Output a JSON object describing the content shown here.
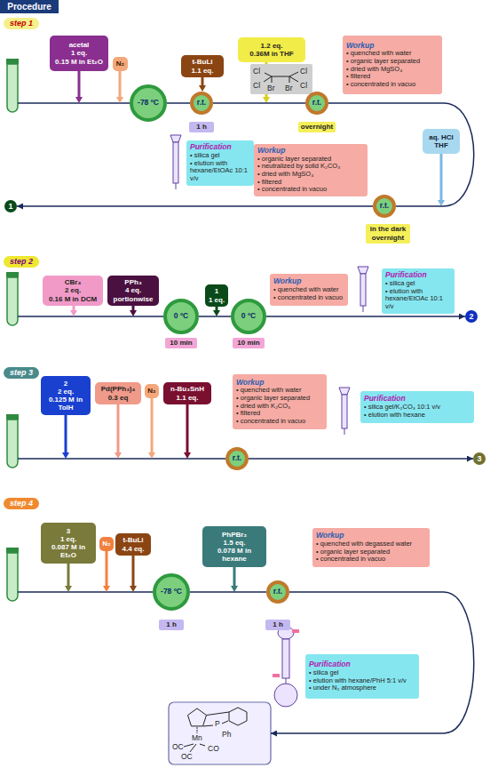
{
  "diagram": {
    "title": "Procedure",
    "nodes": [
      {
        "text": [
          "step 1"
        ]
      },
      {
        "text": [
          "acetal",
          "1 eq.",
          "0.15 M in Et₂O"
        ]
      },
      {
        "text": [
          "N₂"
        ]
      },
      {
        "text": [
          "-78 ºC"
        ]
      },
      {
        "text": [
          "t-BuLi",
          "1.1 eq."
        ]
      },
      {
        "text": [
          "r.t."
        ]
      },
      {
        "text": [
          "1 h"
        ]
      },
      {
        "text": [
          "1.2 eq.",
          "0.36M in THF"
        ]
      },
      {
        "text": [
          "Cl",
          "Br",
          "Cl",
          "Cl",
          "Br",
          "Cl"
        ]
      },
      {
        "text": [
          "r.t."
        ]
      },
      {
        "text": [
          "overnight"
        ]
      },
      {
        "text": [
          "Workup",
          "• quenched with water",
          "• organic layer separated",
          "• dried with MgSO₄",
          "• filtered",
          "• concentrated in vacuo"
        ]
      },
      {
        "text": [
          "aq. HCl",
          "THF"
        ]
      },
      {
        "text": [
          "Workup",
          "• organic layer separated",
          "• neutralized by solid K₂CO₃",
          "• dried with MgSO₄",
          "• filtered",
          "• concentrated in vacuo"
        ]
      },
      {
        "text": [
          "r.t."
        ]
      },
      {
        "text": [
          "in the dark overnight"
        ]
      },
      {
        "text": [
          "Purification",
          "• silica gel",
          "• elution with hexane/EtOAc 10:1 v/v"
        ]
      },
      {
        "text": [
          "1"
        ]
      },
      {
        "text": [
          "step 2"
        ]
      },
      {
        "text": [
          "CBr₄",
          "2 eq.",
          "0.16 M in DCM"
        ]
      },
      {
        "text": [
          "PPh₃",
          "4 eq.",
          "portionwise"
        ]
      },
      {
        "text": [
          "0 ºC"
        ]
      },
      {
        "text": [
          "10 min"
        ]
      },
      {
        "text": [
          "1",
          "1 eq."
        ]
      },
      {
        "text": [
          "0 ºC"
        ]
      },
      {
        "text": [
          "10 min"
        ]
      },
      {
        "text": [
          "Workup",
          "• quenched with water",
          "• concentrated in vacuo"
        ]
      },
      {
        "text": [
          "Purification",
          "• silica gel",
          "• elution with hexane/EtOAc 10:1 v/v"
        ]
      },
      {
        "text": [
          "2"
        ]
      },
      {
        "text": [
          "step 3"
        ]
      },
      {
        "text": [
          "2",
          "2 eq.",
          "0.125 M in TolH"
        ]
      },
      {
        "text": [
          "Pd(PPh₃)₄",
          "0.3 eq"
        ]
      },
      {
        "text": [
          "N₂"
        ]
      },
      {
        "text": [
          "n-Bu₃SnH",
          "1.1 eq."
        ]
      },
      {
        "text": [
          "r.t."
        ]
      },
      {
        "text": [
          "Workup",
          "• quenched with water",
          "• organic layer separated",
          "• dried with K₂CO₃",
          "• filtered",
          "• concentrated in vacuo"
        ]
      },
      {
        "text": [
          "Purification",
          "• silica gel/K₂CO₃ 10:1 v/v",
          "• elution with hexane"
        ]
      },
      {
        "text": [
          "3"
        ]
      },
      {
        "text": [
          "step 4"
        ]
      },
      {
        "text": [
          "3",
          "1 eq.",
          "0.087 M in Et₂O"
        ]
      },
      {
        "text": [
          "N₂"
        ]
      },
      {
        "text": [
          "t-BuLi",
          "4.4 eq."
        ]
      },
      {
        "text": [
          "-78 ºC"
        ]
      },
      {
        "text": [
          "1 h"
        ]
      },
      {
        "text": [
          "PhPBr₂",
          "1.5 eq.",
          "0.078 M in hexane"
        ]
      },
      {
        "text": [
          "r.t."
        ]
      },
      {
        "text": [
          "1 h"
        ]
      },
      {
        "text": [
          "Workup",
          "• quenched with degassed water",
          "• organic layer separated",
          "• concentrated in vacuo"
        ]
      },
      {
        "text": [
          "Purification",
          "• silica gel",
          "• elution with hexane/PhH 5:1 v/v",
          "• under N₂ atmosphere"
        ]
      },
      {
        "text": [
          "Mn",
          "P",
          "Ph",
          "OC",
          "OC",
          "CO"
        ]
      }
    ],
    "edges": [
      {
        "from": 3,
        "to": 5,
        "arrow": "none"
      },
      {
        "from": 5,
        "to": 9,
        "arrow": "none"
      },
      {
        "from": 9,
        "to": 14,
        "arrow": "none"
      },
      {
        "from": 14,
        "to": 17,
        "arrow": "to"
      },
      {
        "from": 21,
        "to": 24,
        "arrow": "none"
      },
      {
        "from": 24,
        "to": 28,
        "arrow": "to"
      },
      {
        "from": 34,
        "to": 37,
        "arrow": "to"
      },
      {
        "from": 42,
        "to": 45,
        "arrow": "none"
      },
      {
        "from": 45,
        "to": 49,
        "arrow": "to"
      }
    ]
  }
}
